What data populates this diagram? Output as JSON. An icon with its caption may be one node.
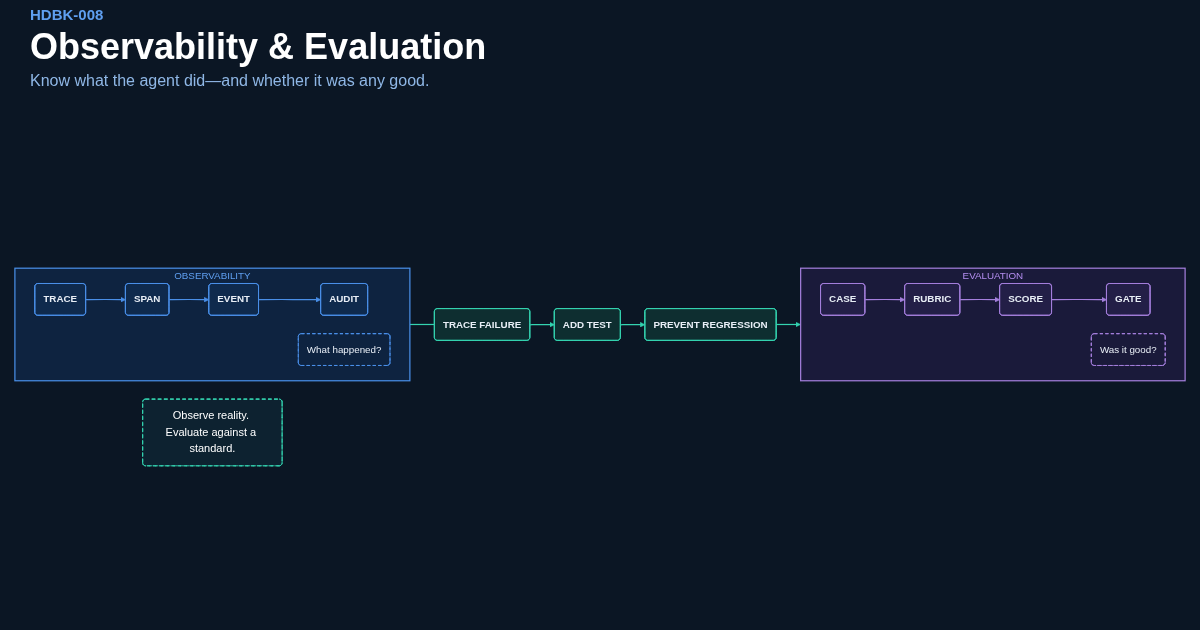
{
  "diagram": {
    "title": "Observability & Evaluation",
    "nodes": [
      {
        "text": [
          "OBSERVABILITY"
        ]
      },
      {
        "text": [
          "TRACE"
        ],
        "in": 0
      },
      {
        "text": [
          "SPAN"
        ],
        "in": 0
      },
      {
        "text": [
          "EVENT"
        ],
        "in": 0
      },
      {
        "text": [
          "AUDIT"
        ],
        "in": 0
      },
      {
        "text": [
          "What happened?"
        ],
        "in": 0
      },
      {
        "text": [
          "EVALUATION"
        ]
      },
      {
        "text": [
          "CASE"
        ],
        "in": 6
      },
      {
        "text": [
          "RUBRIC"
        ],
        "in": 6
      },
      {
        "text": [
          "SCORE"
        ],
        "in": 6
      },
      {
        "text": [
          "GATE"
        ],
        "in": 6
      },
      {
        "text": [
          "Was it good?"
        ],
        "in": 6
      },
      {
        "text": [
          "TRACE FAILURE"
        ]
      },
      {
        "text": [
          "ADD TEST"
        ]
      },
      {
        "text": [
          "PREVENT REGRESSION"
        ]
      },
      {
        "text": [
          "Observe reality. Evaluate against a standard."
        ]
      }
    ],
    "edges": [
      {
        "from": 1,
        "to": 2,
        "arrow": "to",
        "color": "#4a8fe8"
      },
      {
        "from": 2,
        "to": 3,
        "arrow": "to",
        "color": "#4a8fe8"
      },
      {
        "from": 3,
        "to": 4,
        "arrow": "to",
        "color": "#4a8fe8"
      },
      {
        "from": 7,
        "to": 8,
        "arrow": "to",
        "color": "#a47fdc"
      },
      {
        "from": 8,
        "to": 9,
        "arrow": "to",
        "color": "#a47fdc"
      },
      {
        "from": 9,
        "to": 10,
        "arrow": "to",
        "color": "#a47fdc"
      },
      {
        "from": 0,
        "to": 12,
        "arrow": "none"
      },
      {
        "from": 12,
        "to": 13,
        "arrow": "to"
      },
      {
        "from": 13,
        "to": 14,
        "arrow": "to"
      },
      {
        "from": 14,
        "to": 6,
        "arrow": "to"
      }
    ],
    "labels": [
      "HDBK-008",
      "Know what the agent did—and whether it was any good."
    ]
  }
}
